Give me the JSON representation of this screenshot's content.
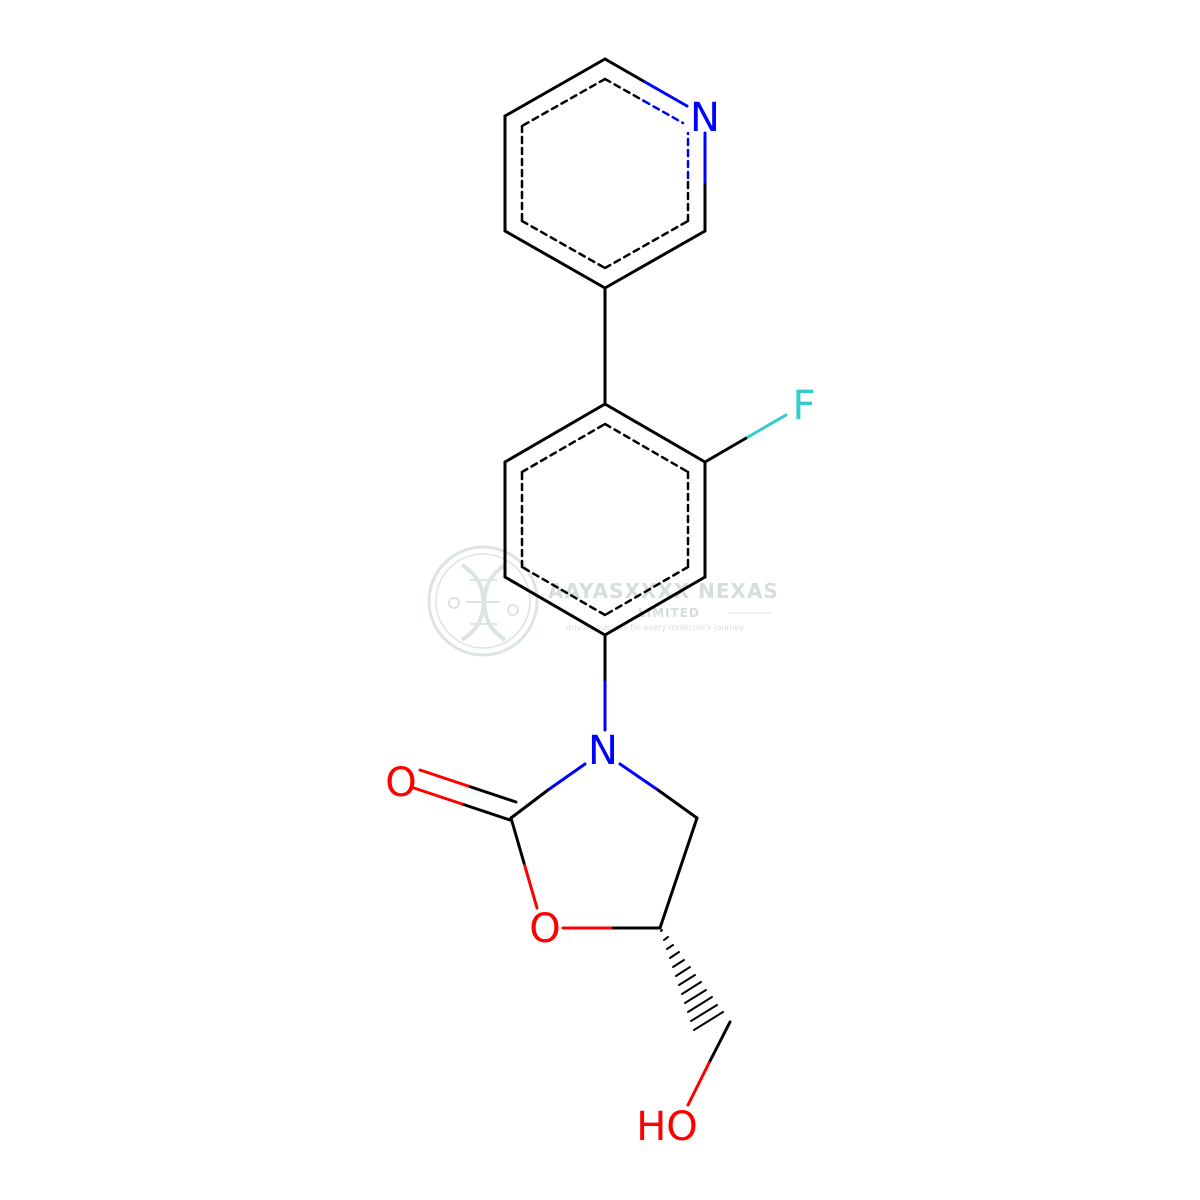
{
  "molecule": {
    "atoms": {
      "pyridine_n": "N",
      "fluorine": "F",
      "oxazolidinone_n": "N",
      "carbonyl_o": "O",
      "ring_o": "O",
      "hydroxyl": "HO"
    },
    "colors": {
      "bond": "#000000",
      "nitrogen": "#0000FF",
      "oxygen": "#FF0000",
      "fluorine": "#33CCCC",
      "background": "#FFFFFF"
    }
  },
  "watermark": {
    "title": "AAYASXXXX NEXAS",
    "subtitle": "LIMITED",
    "tagline": "driving success for every molecule's journey",
    "color": "#d6ded9"
  }
}
